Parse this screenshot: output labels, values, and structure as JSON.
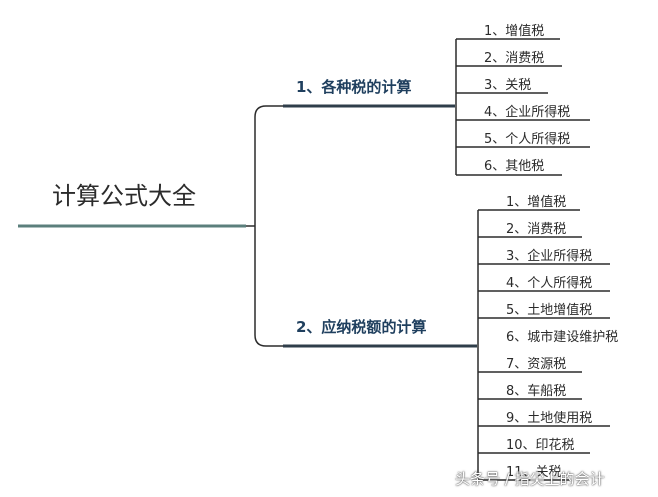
{
  "root": {
    "title": "计算公式大全"
  },
  "branches": [
    {
      "label": "1、各种税的计算",
      "items": [
        "1、增值税",
        "2、消费税",
        "3、关税",
        "4、企业所得税",
        "5、个人所得税",
        "6、其他税"
      ]
    },
    {
      "label": "2、应纳税额的计算",
      "items": [
        "1、增值税",
        "2、消费税",
        "3、企业所得税",
        "4、个人所得税",
        "5、土地增值税",
        "6、城市建设维护税",
        "7、资源税",
        "8、车船税",
        "9、土地使用税",
        "10、印花税",
        "11、关税"
      ]
    }
  ],
  "watermark": "头条号 / 指尖上的会计",
  "colors": {
    "root_underline": "#5b7f7c",
    "branch_underline": "#2f3e4a",
    "line": "#2b2b2b"
  }
}
